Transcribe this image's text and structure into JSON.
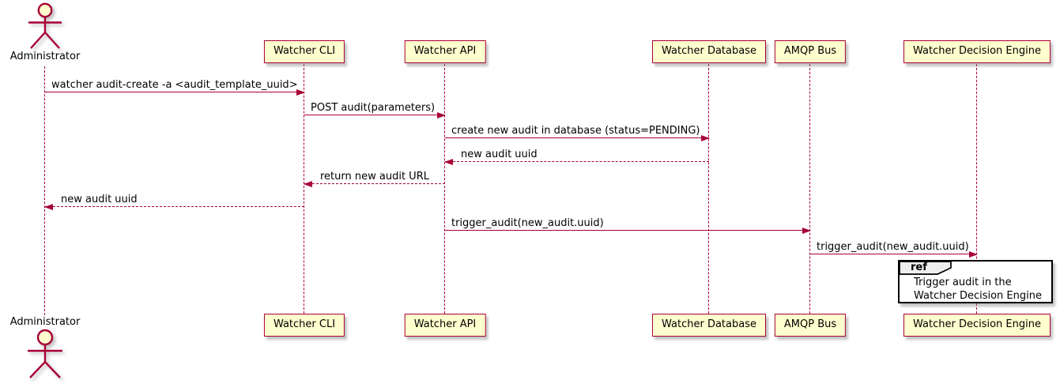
{
  "diagram": {
    "kind": "sequence-diagram",
    "style": "plantuml"
  },
  "colors": {
    "accent": "#A80036",
    "participant_fill": "#FEFECE",
    "text": "#000000",
    "ref_fill": "#FFFFFF",
    "ref_border": "#000000",
    "ref_tab_fill": "#EEEEEE"
  },
  "actor": {
    "label": "Administrator"
  },
  "participants": [
    {
      "label": "Watcher CLI"
    },
    {
      "label": "Watcher API"
    },
    {
      "label": "Watcher Database"
    },
    {
      "label": "AMQP Bus"
    },
    {
      "label": "Watcher Decision Engine"
    }
  ],
  "messages": [
    {
      "label": "watcher audit-create -a <audit_template_uuid>",
      "from": "Administrator",
      "to": "Watcher CLI",
      "line": "solid"
    },
    {
      "label": "POST audit(parameters)",
      "from": "Watcher CLI",
      "to": "Watcher API",
      "line": "solid"
    },
    {
      "label": "create new audit in database (status=PENDING)",
      "from": "Watcher API",
      "to": "Watcher Database",
      "line": "solid"
    },
    {
      "label": "new audit uuid",
      "from": "Watcher Database",
      "to": "Watcher API",
      "line": "dashed"
    },
    {
      "label": "return new audit URL",
      "from": "Watcher API",
      "to": "Watcher CLI",
      "line": "dashed"
    },
    {
      "label": "new audit uuid",
      "from": "Watcher CLI",
      "to": "Administrator",
      "line": "dashed"
    },
    {
      "label": "trigger_audit(new_audit.uuid)",
      "from": "Watcher API",
      "to": "AMQP Bus",
      "line": "solid"
    },
    {
      "label": "trigger_audit(new_audit.uuid)",
      "from": "AMQP Bus",
      "to": "Watcher Decision Engine",
      "line": "solid"
    }
  ],
  "ref": {
    "keyword": "ref",
    "lines": [
      "Trigger audit in the",
      "Watcher Decision Engine"
    ]
  }
}
